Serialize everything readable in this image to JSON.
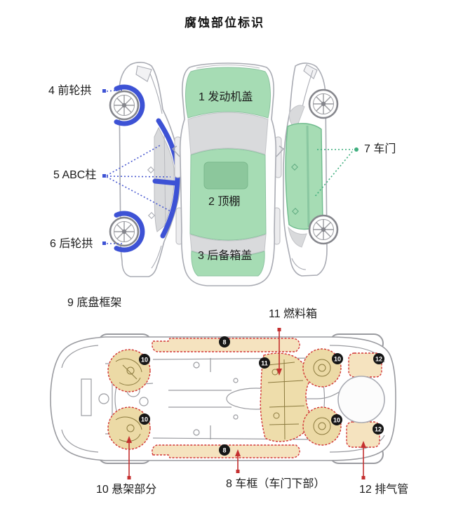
{
  "title": "腐蚀部位标识",
  "upper_diagram": {
    "left_side_view": {
      "callouts": {
        "front_wheel_arch": "4 前轮拱",
        "abc_pillars": "5 ABC柱",
        "rear_wheel_arch": "6 后轮拱"
      }
    },
    "top_view": {
      "callouts": {
        "hood": "1 发动机盖",
        "roof": "2 顶棚",
        "trunk_lid": "3 后备箱盖"
      }
    },
    "right_side_view": {
      "callouts": {
        "doors": "7 车门"
      }
    }
  },
  "lower_diagram": {
    "heading": "9 底盘框架",
    "callouts": {
      "fuel_tank": "11 燃料箱",
      "suspension": "10 悬架部分",
      "sill_frame": "8 车框（车门下部）",
      "exhaust_pipe": "12 排气管"
    },
    "badges": {
      "sill_top": "8",
      "sill_bottom": "8",
      "suspension_front_top": "10",
      "suspension_front_bottom": "10",
      "suspension_rear_top": "10",
      "suspension_rear_bottom": "10",
      "fuel_tank": "11",
      "muffler_top": "12",
      "muffler_bottom": "12"
    }
  },
  "colors": {
    "highlight_blue": "#3d52d5",
    "highlight_green": "#a6dcb4",
    "highlight_green_dark": "#8cc79c",
    "highlight_tan": "#f5e3bf",
    "leader_blue": "#4a5ad0",
    "leader_green": "#3fae7e",
    "leader_red": "#c43030"
  }
}
